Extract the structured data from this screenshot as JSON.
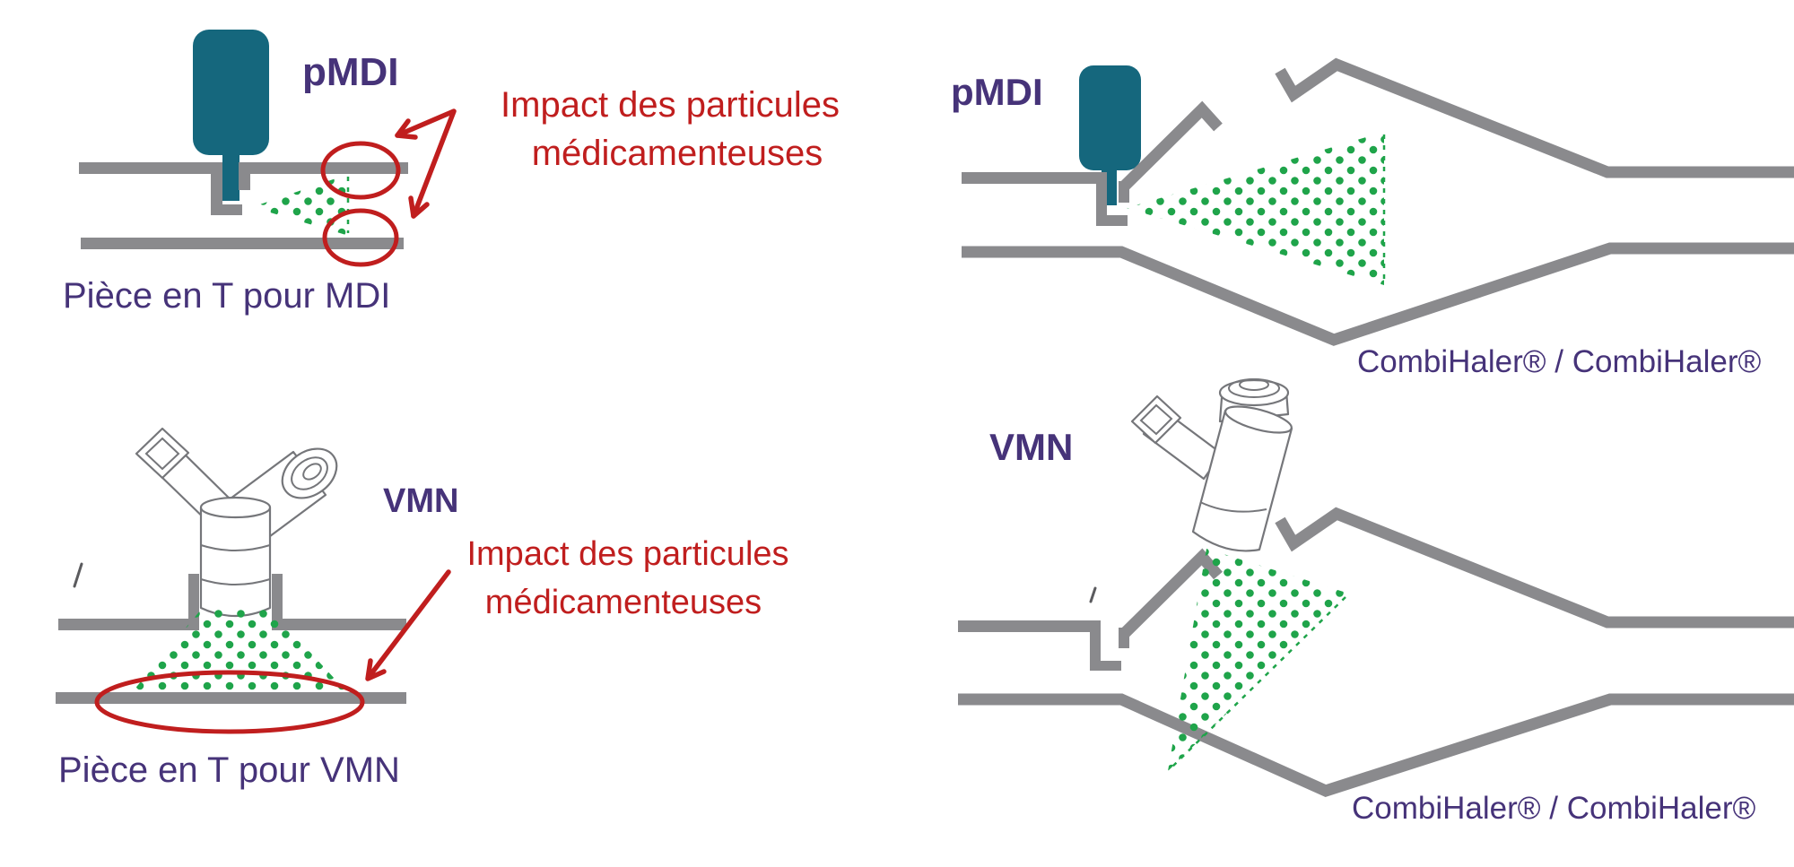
{
  "diagram": {
    "top_left": {
      "device_label": "pMDI",
      "annotation_line1": "Impact des particules",
      "annotation_line2": "médicamenteuses",
      "caption": "Pièce en T pour MDI"
    },
    "top_right": {
      "device_label": "pMDI",
      "caption": "CombiHaler® / CombiHaler®"
    },
    "bottom_left": {
      "device_label": "VMN",
      "annotation_line1": "Impact des particules",
      "annotation_line2": "médicamenteuses",
      "caption": "Pièce en T pour VMN"
    },
    "bottom_right": {
      "device_label": "VMN",
      "caption": "CombiHaler® / CombiHaler®"
    }
  },
  "colors": {
    "teal": "#15677D",
    "gray": "#8A8A8D",
    "green": "#1FA44A",
    "purple": "#463379",
    "red": "#C01E1E",
    "sketch": "#75767A",
    "bg": "#FFFFFF"
  }
}
